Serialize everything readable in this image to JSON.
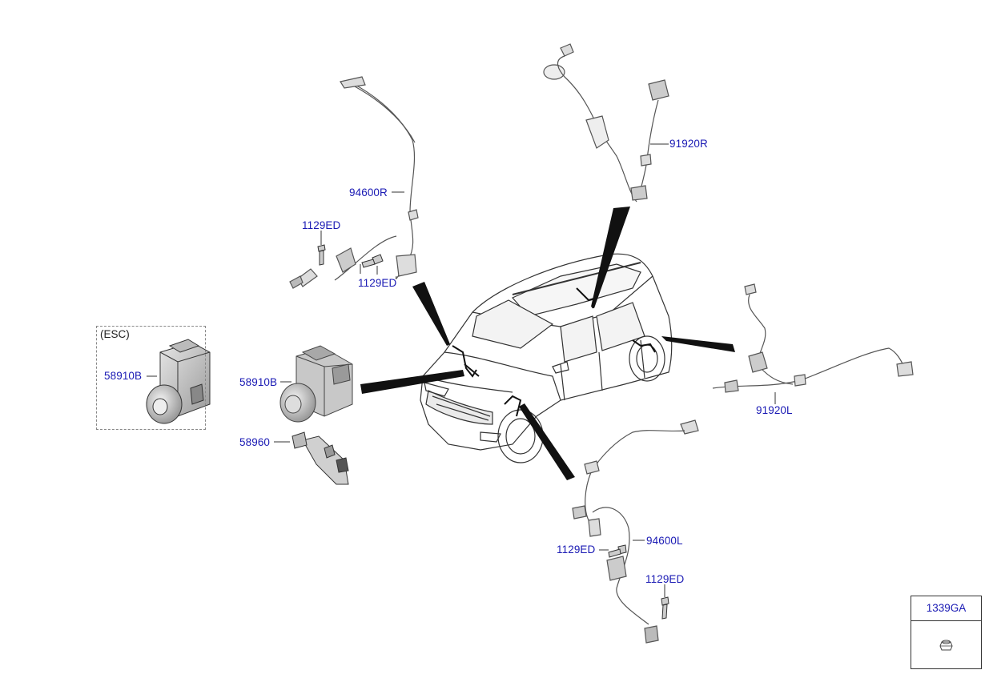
{
  "diagram": {
    "esc_label": "(ESC)",
    "callouts": {
      "sensor_front_right": "94600R",
      "bolt_front_right_upper": "1129ED",
      "bolt_front_right_lower": "1129ED",
      "sensor_rear_right": "91920R",
      "sensor_rear_left": "91920L",
      "hecu_esc": "58910B",
      "hecu_main": "58910B",
      "bracket": "58960",
      "sensor_front_left": "94600L",
      "bolt_front_left_upper": "1129ED",
      "bolt_front_left_lower": "1129ED"
    },
    "reference_box": {
      "part_number": "1339GA",
      "icon": "nut-icon"
    }
  },
  "colors": {
    "callout_text": "#1a1ab4",
    "line_art": "#333333",
    "part_fill": "#d8d8d8"
  }
}
